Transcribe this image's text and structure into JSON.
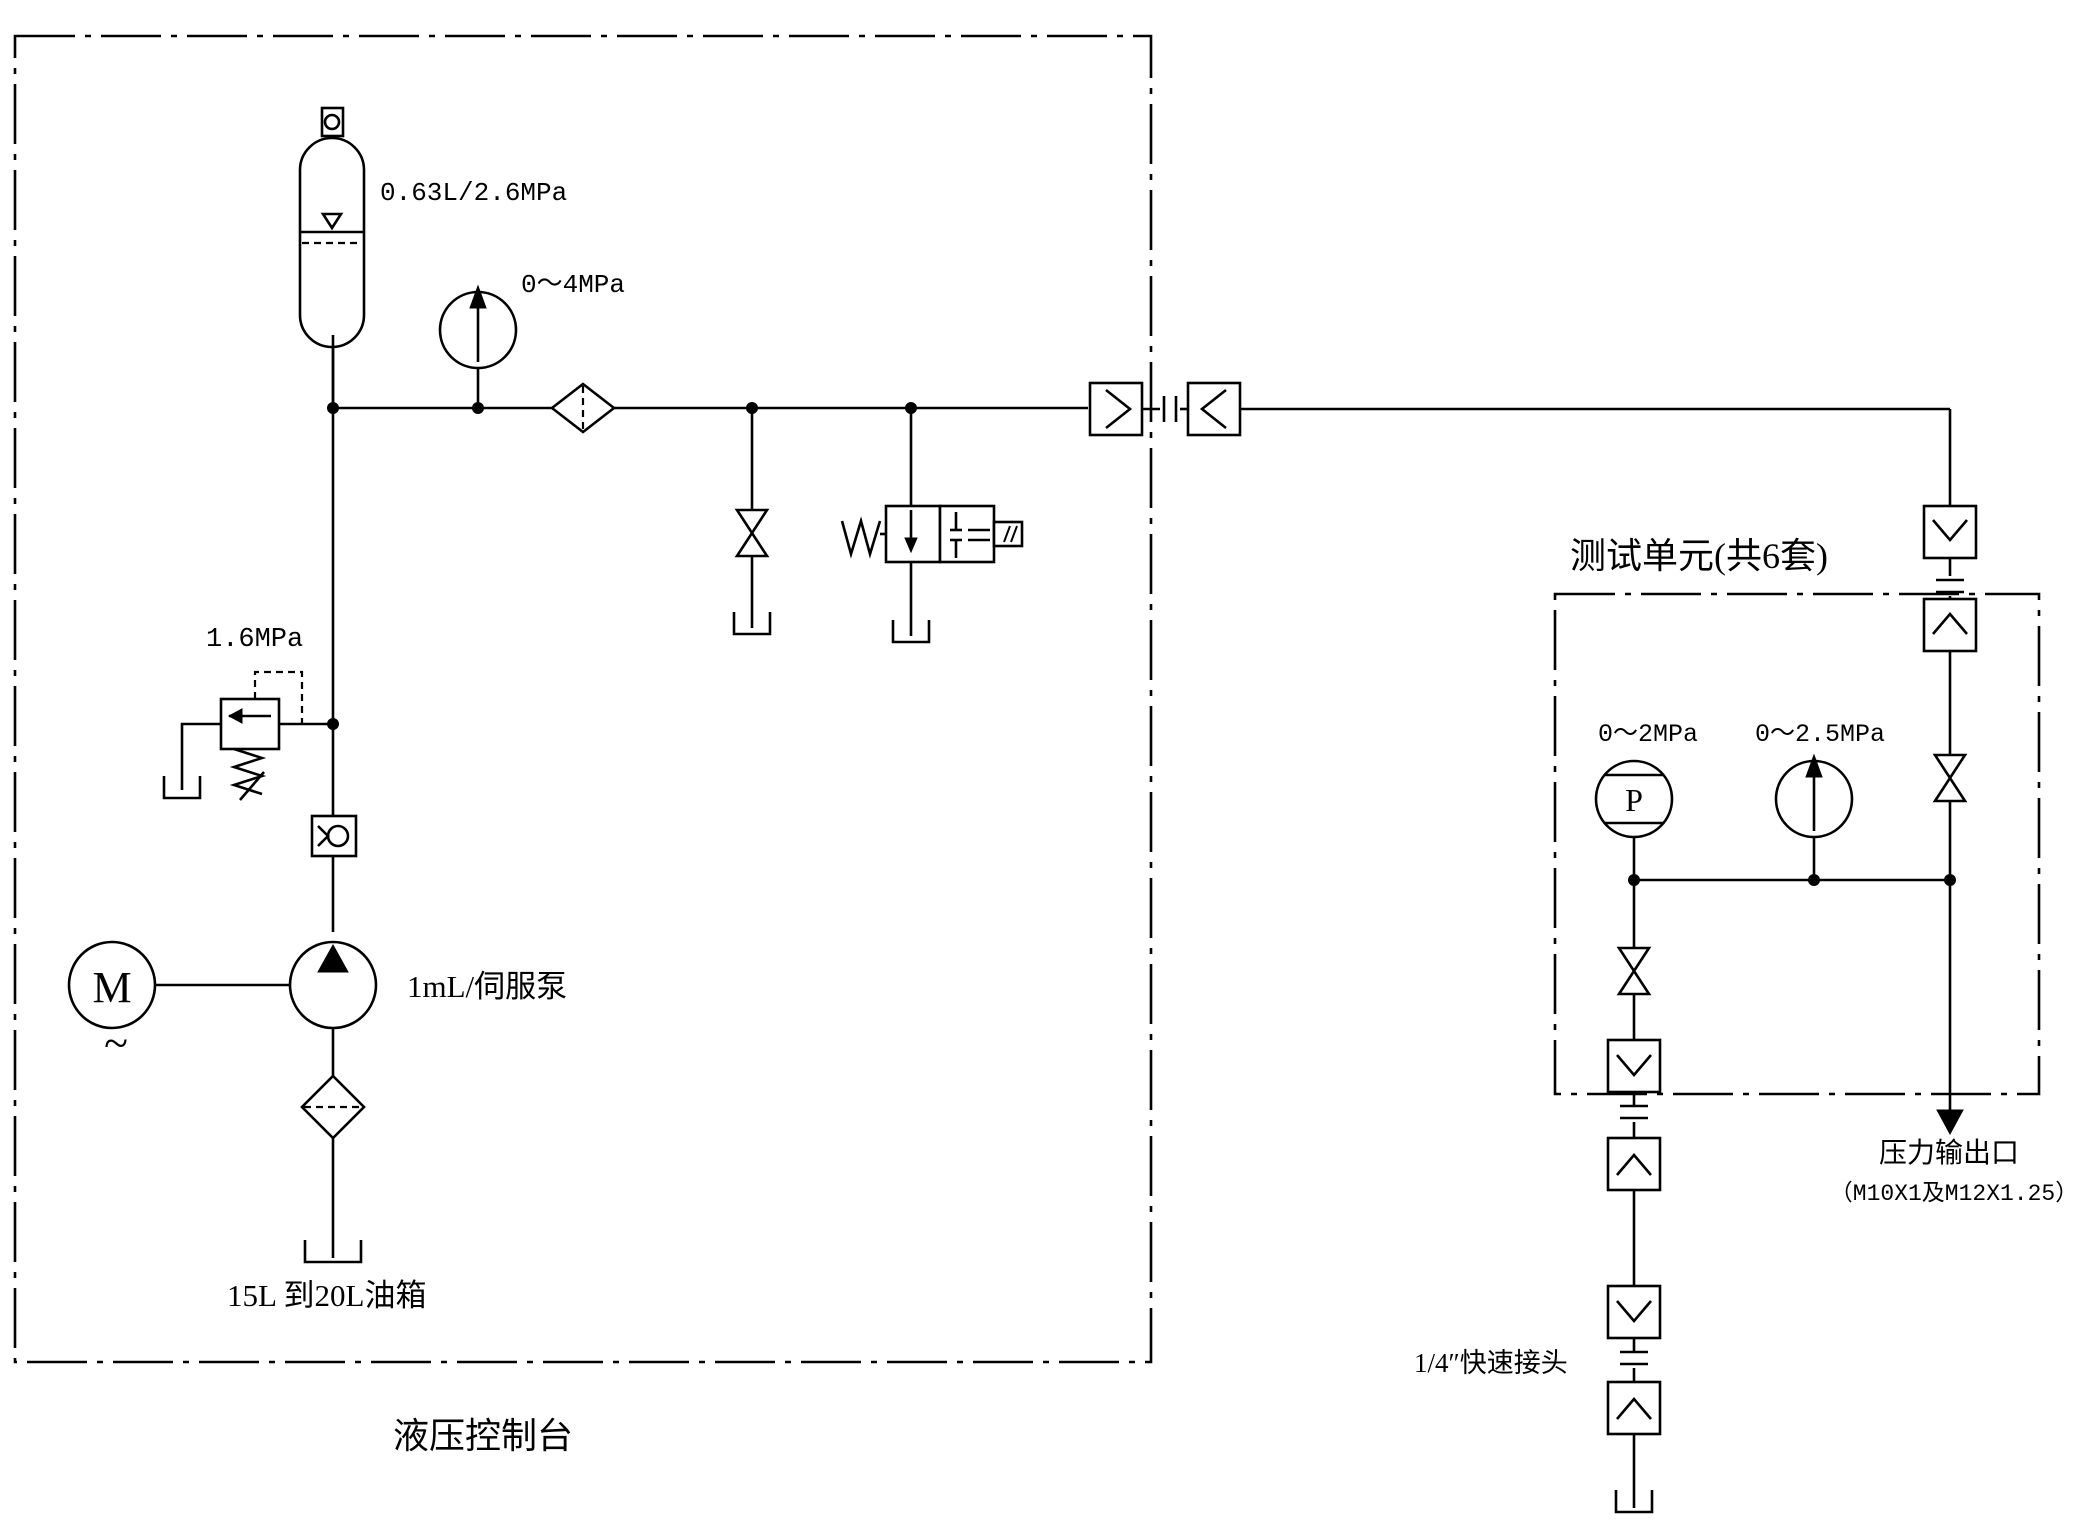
{
  "labels": {
    "accumulator": "0.63L/2.6MPa",
    "gauge_main": "0～4MPa",
    "relief_valve": "1.6MPa",
    "pump": "1mL/伺服泵",
    "motor_symbol": "M",
    "motor_ac": "~",
    "tank": "15L 到20L油箱",
    "console_title": "液压控制台",
    "test_unit_title": "测试单元(共6套)",
    "gauge_p": "0～2MPa",
    "gauge_p_letter": "P",
    "gauge_test": "0～2.5MPa",
    "outlet_title": "压力输出口",
    "outlet_spec": "（M10X1及M12X1.25）",
    "quick_coupler": "1/4″快速接头"
  }
}
